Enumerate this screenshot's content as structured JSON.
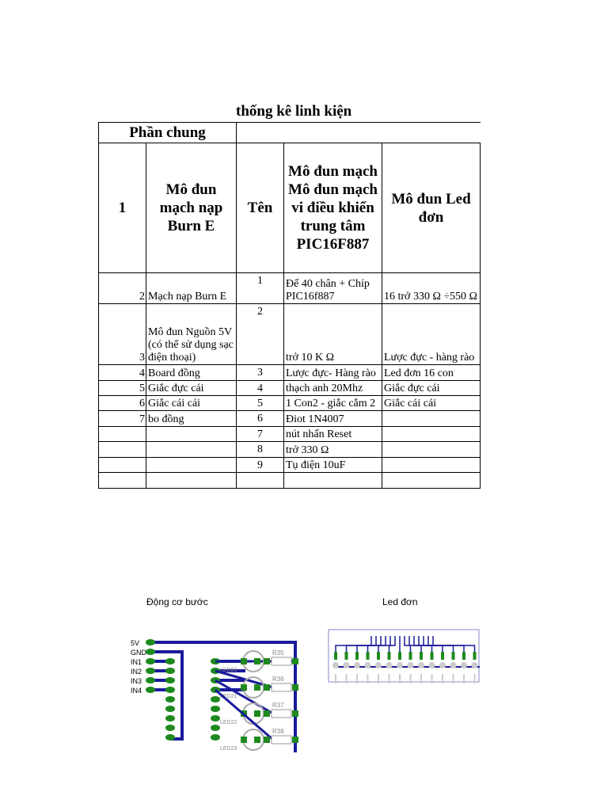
{
  "title": "thống kê linh kiện",
  "table": {
    "section": "Phần chung",
    "header": {
      "no": "1",
      "col1": "Mô đun mạch nạp Burn E",
      "col2": "Tên",
      "col3": "Mô đun mạch Mô đun mạch vi điều khiển trung tâm PIC16F887",
      "col4": "Mô đun Led đơn"
    },
    "rows": [
      {
        "a": "2",
        "b": "Mạch nạp Burn E",
        "c": "1",
        "d": "Đế 40 chân + Chíp PIC16f887",
        "e": "16 trở 330 Ω ÷550 Ω"
      },
      {
        "a": "3",
        "b": "Mô đun Nguồn 5V (có thể sử dụng sạc điện thoại)",
        "c": "2",
        "d": "trở 10 K Ω",
        "e": "Lược đực - hàng rào"
      },
      {
        "a": "4",
        "b": "Board đồng",
        "c": "3",
        "d": "Lược đực- Hàng rào",
        "e": "Led đơn 16 con"
      },
      {
        "a": "5",
        "b": "Giắc đực cái",
        "c": "4",
        "d": "thạch anh 20Mhz",
        "e": "Giắc đực cái"
      },
      {
        "a": "6",
        "b": "Giắc cái cái",
        "c": "5",
        "d": "1 Con2 - giắc cắm 2",
        "e": "Giắc cái cái"
      },
      {
        "a": "7",
        "b": "bo đồng",
        "c": "6",
        "d": "Điot 1N4007",
        "e": ""
      },
      {
        "a": "",
        "b": "",
        "c": "7",
        "d": "nút nhấn Reset",
        "e": ""
      },
      {
        "a": "",
        "b": "",
        "c": "8",
        "d": "trở 330 Ω",
        "e": ""
      },
      {
        "a": "",
        "b": "",
        "c": "9",
        "d": "Tụ điện 10uF",
        "e": ""
      },
      {
        "a": "",
        "b": "",
        "c": "",
        "d": "",
        "e": ""
      }
    ]
  },
  "captions": {
    "stepper": "Động cơ bước",
    "led": "Led đơn"
  },
  "pcb": {
    "labels": [
      "5V",
      "GND",
      "IN1",
      "IN2",
      "IN3",
      "IN4"
    ],
    "resistors": [
      "R35",
      "R36",
      "R37",
      "R38"
    ],
    "leds": [
      "LED20",
      "LED21",
      "LED22",
      "LED23"
    ]
  },
  "colors": {
    "trace": "#1a1a9c",
    "pad": "#1e8a1e"
  }
}
